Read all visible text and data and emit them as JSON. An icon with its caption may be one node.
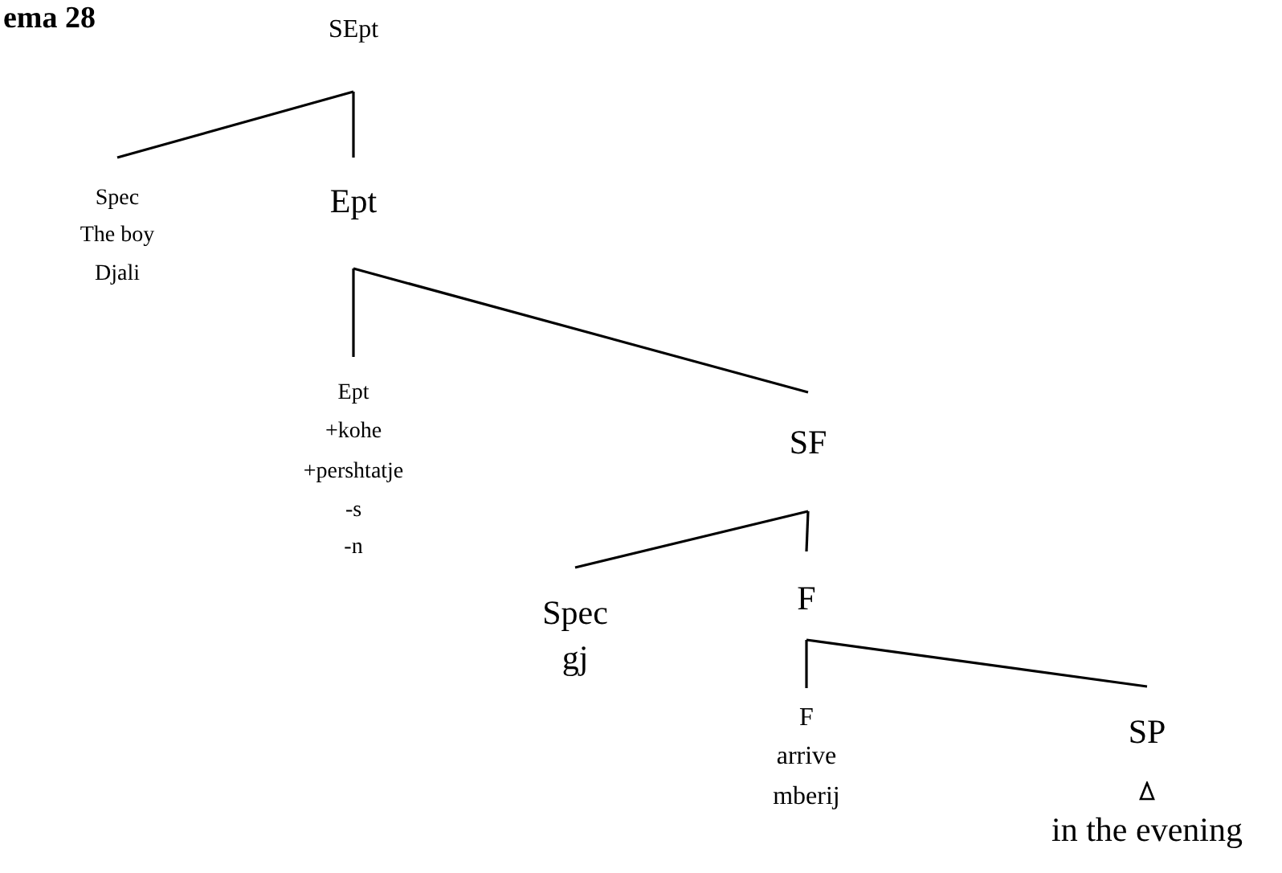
{
  "diagram": {
    "title": "ema 28",
    "nodes": [
      {
        "text": [
          "SEpt"
        ]
      },
      {
        "text": [
          "Spec",
          "The boy",
          "Djali"
        ]
      },
      {
        "text": [
          "Ept"
        ]
      },
      {
        "text": [
          "Ept",
          "+kohe",
          "+pershtatje",
          "-s",
          "-n"
        ]
      },
      {
        "text": [
          "SF"
        ]
      },
      {
        "text": [
          "Spec",
          "gj"
        ]
      },
      {
        "text": [
          "F"
        ]
      },
      {
        "text": [
          "F",
          "arrive",
          "mberij"
        ]
      },
      {
        "text": [
          "SP",
          "in the evening"
        ]
      }
    ],
    "edges": [
      {
        "from": 0,
        "to": 1,
        "arrow": "none"
      },
      {
        "from": 0,
        "to": 2,
        "arrow": "none"
      },
      {
        "from": 2,
        "to": 3,
        "arrow": "none"
      },
      {
        "from": 2,
        "to": 4,
        "arrow": "none"
      },
      {
        "from": 4,
        "to": 5,
        "arrow": "none"
      },
      {
        "from": 4,
        "to": 6,
        "arrow": "none"
      },
      {
        "from": 6,
        "to": 7,
        "arrow": "none"
      },
      {
        "from": 6,
        "to": 8,
        "arrow": "none"
      }
    ]
  }
}
